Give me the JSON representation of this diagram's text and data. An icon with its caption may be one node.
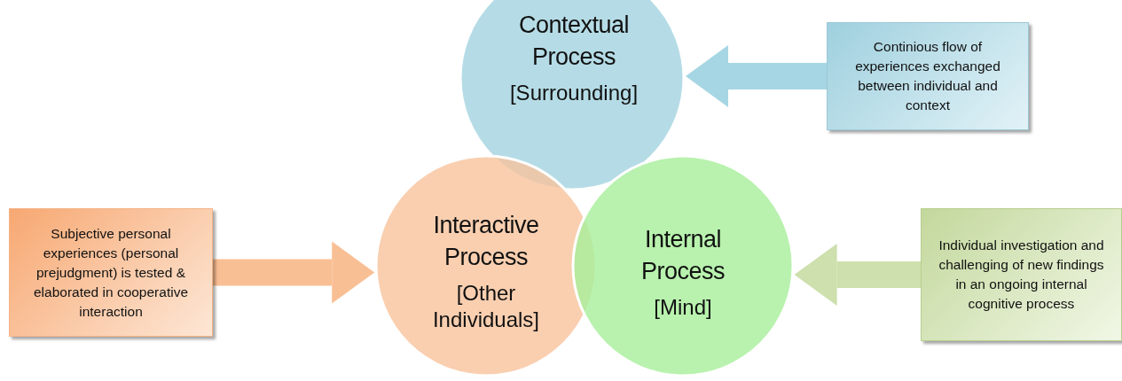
{
  "diagram": {
    "nodes": [
      {
        "text": [
          "Contextual Process",
          "[Surrounding]"
        ]
      },
      {
        "text": [
          "Continious flow of experiences exchanged between individual  and context"
        ]
      },
      {
        "text": [
          "Subjective personal experiences (personal prejudgment) is tested & elaborated in cooperative interaction"
        ]
      },
      {
        "text": [
          "Interactive Process",
          "[Other Individuals]"
        ]
      },
      {
        "text": [
          "Internal Process",
          "[Mind]"
        ]
      },
      {
        "text": [
          "Individual investigation and challenging of new findings in an ongoing internal cognitive process"
        ]
      }
    ],
    "edges": [
      {
        "from": 1,
        "to": 0,
        "arrow": "to",
        "color": "#a6d6e3"
      },
      {
        "from": 2,
        "to": 3,
        "arrow": "to",
        "color": "#f9bf94"
      },
      {
        "from": 5,
        "to": 4,
        "arrow": "to",
        "color": "#cde0ad"
      }
    ]
  }
}
